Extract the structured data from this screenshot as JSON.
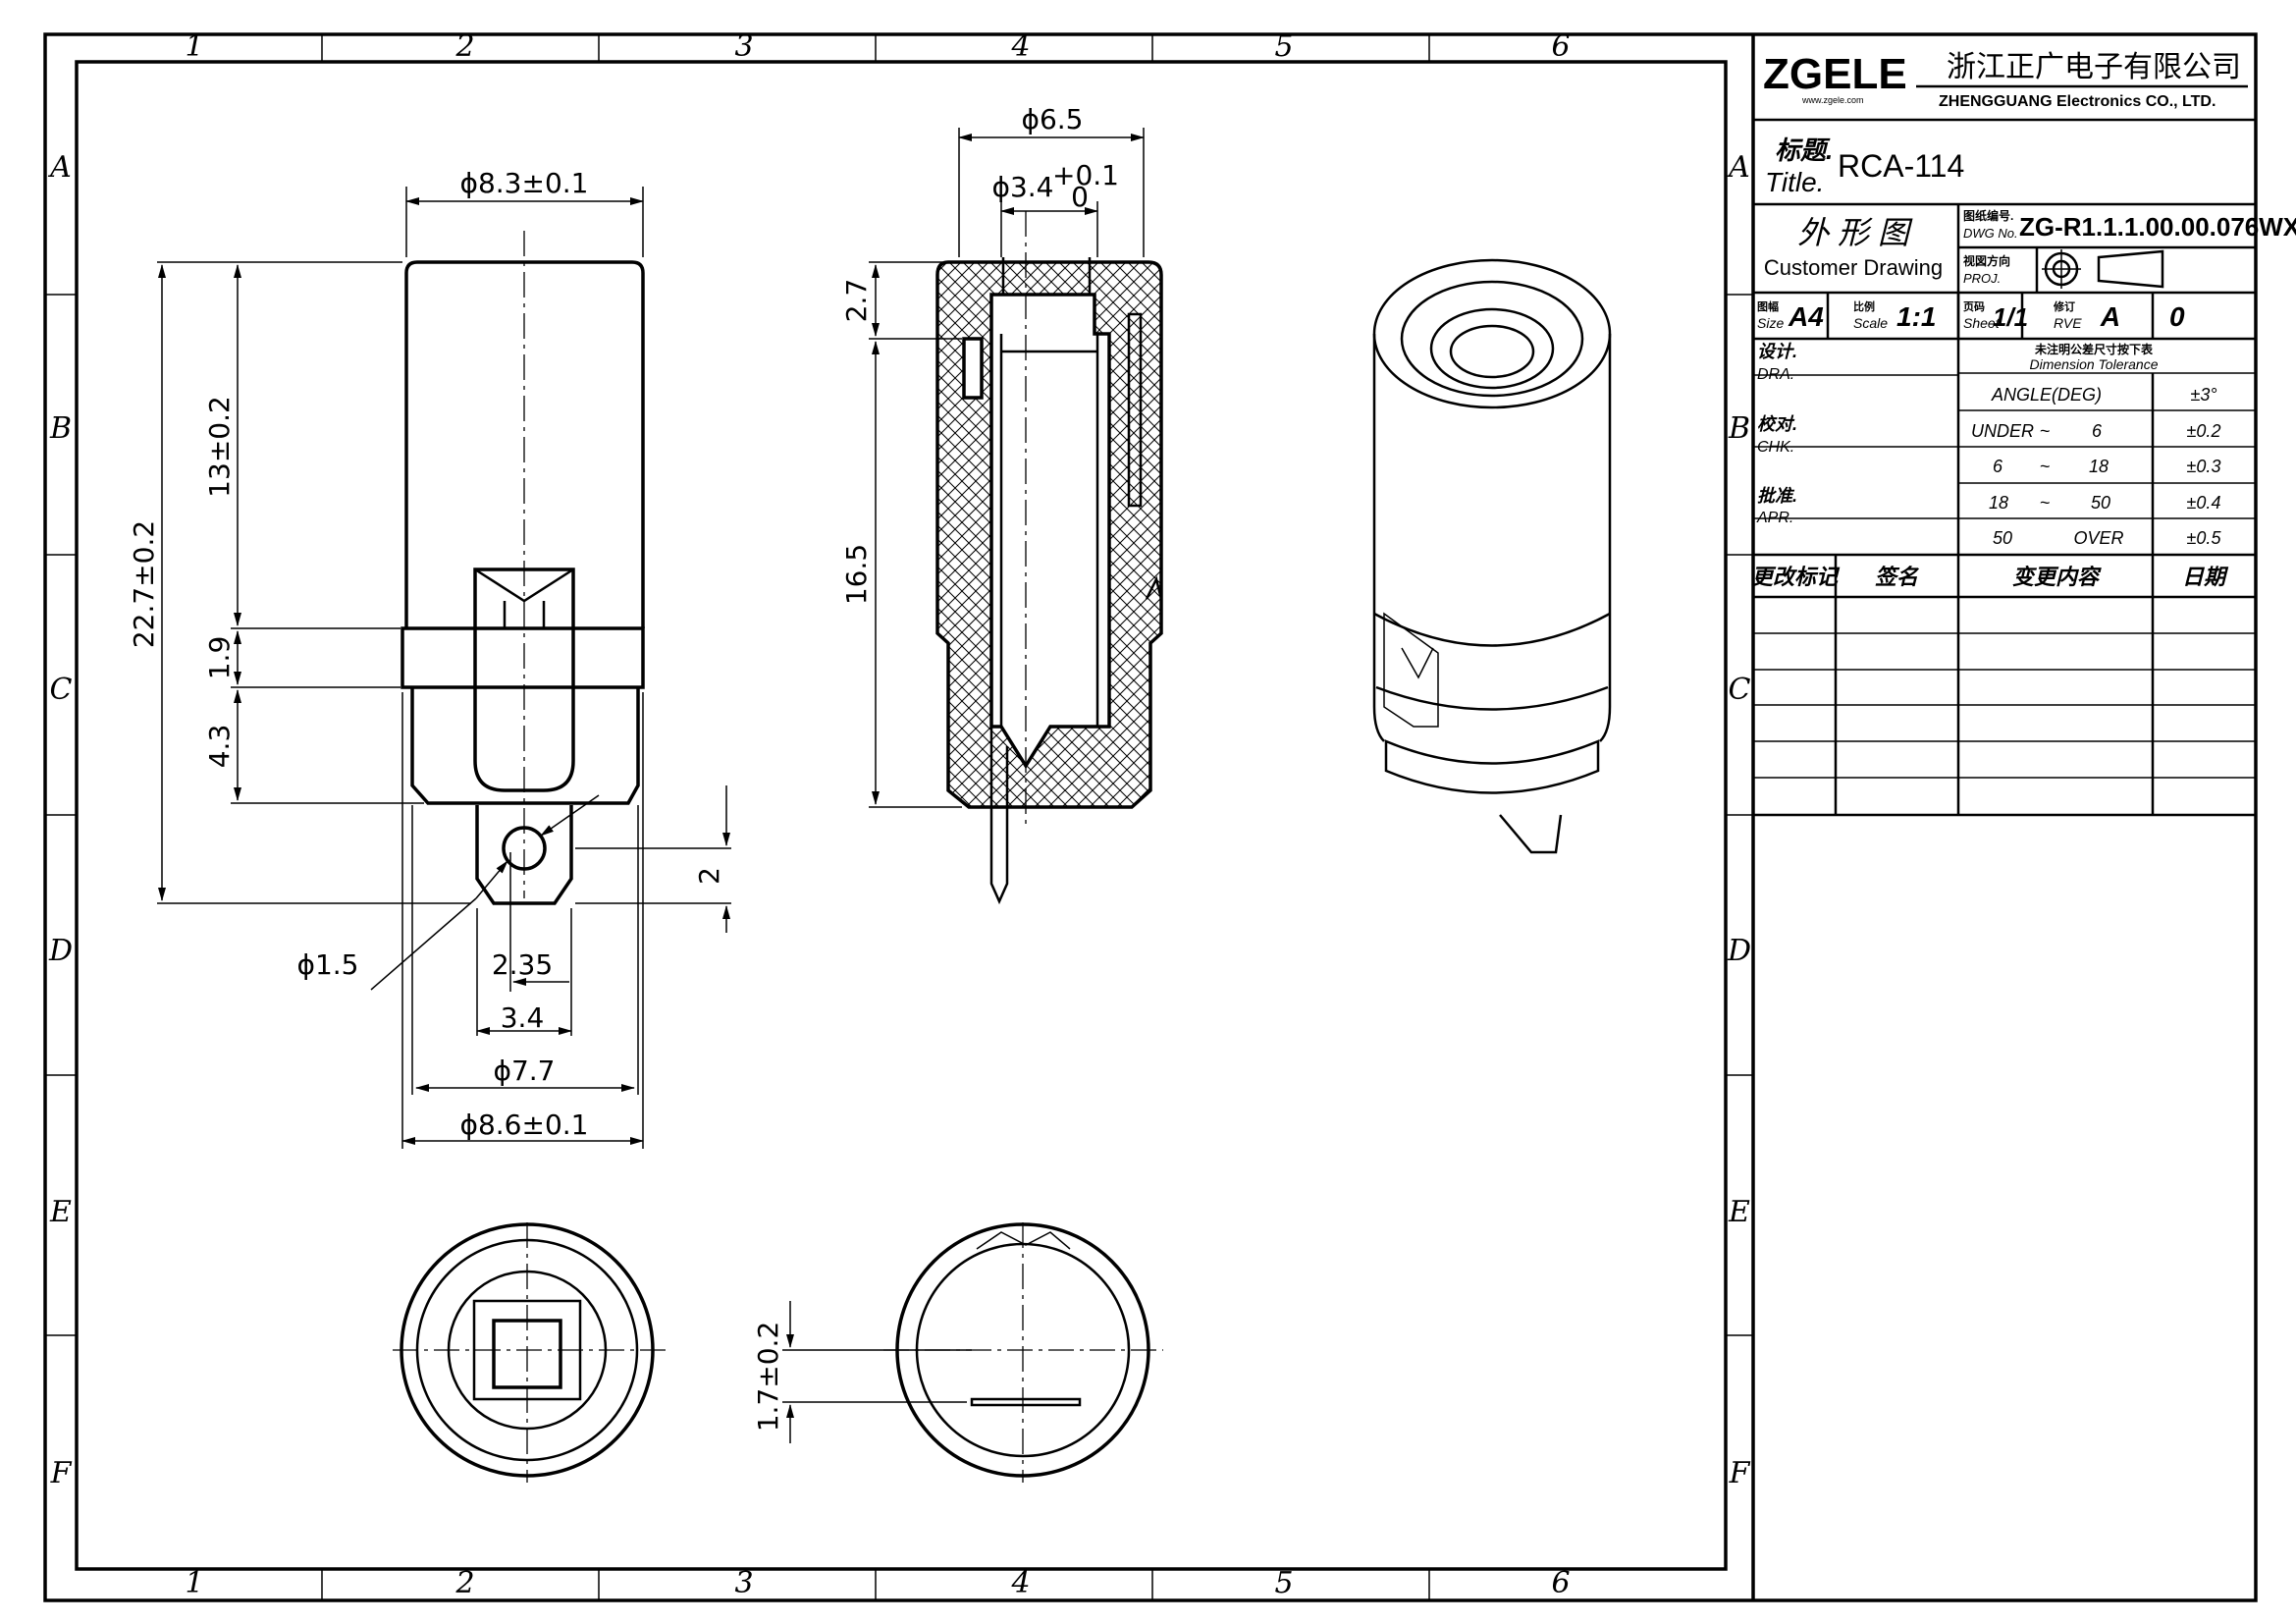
{
  "grid": {
    "columns": [
      "1",
      "2",
      "3",
      "4",
      "5",
      "6"
    ],
    "rows": [
      "A",
      "B",
      "C",
      "D",
      "E",
      "F"
    ]
  },
  "dimensions": {
    "d_top": "ϕ8.3±0.1",
    "len_total": "22.7±0.2",
    "len_13": "13±0.2",
    "len_19": "1.9",
    "len_43": "4.3",
    "hole": "ϕ1.5",
    "w_235": "2.35",
    "w_34": "3.4",
    "d_77": "ϕ7.7",
    "d_86": "ϕ8.6±0.1",
    "h_2": "2",
    "sec_d65": "ϕ6.5",
    "sec_d34": "ϕ3.4",
    "sec_tol_up": "+0.1",
    "sec_tol_dn": "0",
    "sec_27": "2.7",
    "sec_165": "16.5",
    "bot_17": "1.7±0.2"
  },
  "titleblock": {
    "logo": "ZGELE",
    "logo_url": "www.zgele.com",
    "company_cn": "浙江正广电子有限公司",
    "company_en": "ZHENGGUANG Electronics CO., LTD.",
    "title_cn": "标题.",
    "title_en": "Title.",
    "title_value": "RCA-114",
    "drawing_type_cn": "外 形 图",
    "drawing_type_en": "Customer Drawing",
    "dwg_no_cn": "图纸编号.",
    "dwg_no_en": "DWG No.",
    "dwg_no_value": "ZG-R1.1.1.00.00.076WX",
    "proj_cn": "视図方向",
    "proj_en": "PROJ.",
    "size_cn": "图幅",
    "size_en": "Size",
    "size_value": "A4",
    "scale_cn": "比例",
    "scale_en": "Scale",
    "scale_value": "1:1",
    "sheet_cn": "页码",
    "sheet_en": "Sheet",
    "sheet_value": "1/1",
    "rev_cn": "修订",
    "rev_en": "RVE",
    "rev_value": "A",
    "rev_num": "0",
    "tol_cn": "未注明公差尺寸按下表",
    "tol_en": "Dimension Tolerance",
    "dra_cn": "设计.",
    "dra_en": "DRA.",
    "chk_cn": "校对.",
    "chk_en": "CHK.",
    "apr_cn": "批准.",
    "apr_en": "APR.",
    "tolerance_rows": [
      {
        "a": "ANGLE(DEG)",
        "b": "",
        "c": "",
        "tol": "±3°"
      },
      {
        "a": "UNDER",
        "b": "~",
        "c": "6",
        "tol": "±0.2"
      },
      {
        "a": "6",
        "b": "~",
        "c": "18",
        "tol": "±0.3"
      },
      {
        "a": "18",
        "b": "~",
        "c": "50",
        "tol": "±0.4"
      },
      {
        "a": "50",
        "b": "",
        "c": "OVER",
        "tol": "±0.5"
      }
    ],
    "revision_headers": [
      "更改标记",
      "签名",
      "变更内容",
      "日期"
    ]
  },
  "colors": {
    "line": "#000000",
    "hatch": "#000000",
    "paper": "#ffffff"
  }
}
